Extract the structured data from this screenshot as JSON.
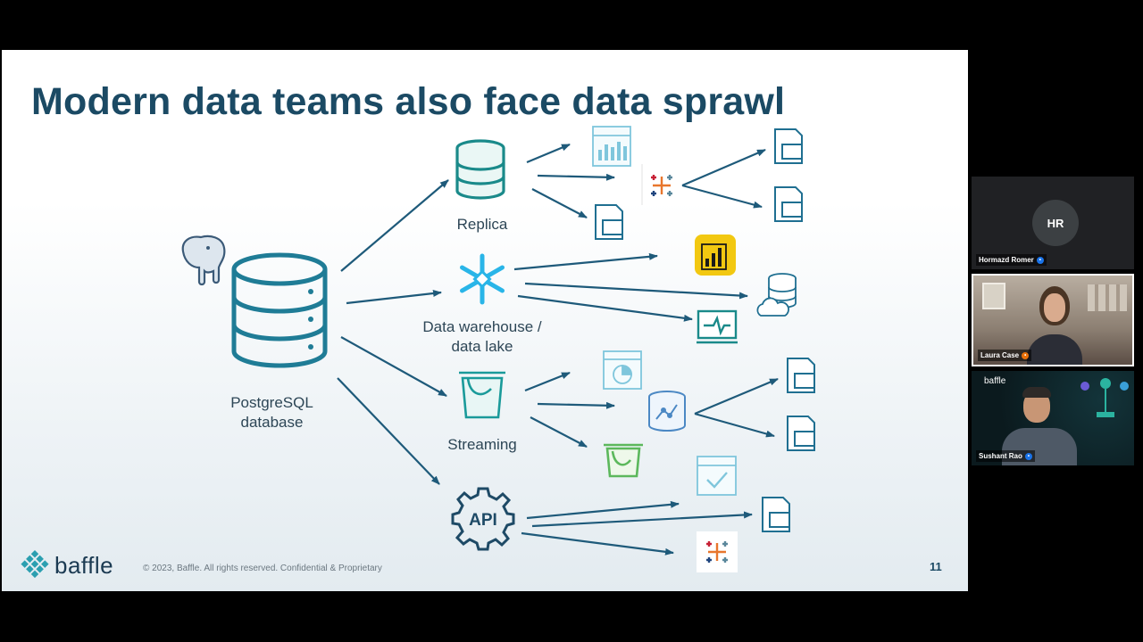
{
  "slide": {
    "title": "Modern data teams also face data sprawl",
    "nodes": {
      "postgres": "PostgreSQL\ndatabase",
      "replica": "Replica",
      "warehouse": "Data warehouse /\ndata lake",
      "streaming": "Streaming",
      "api": "API"
    },
    "footer": {
      "brand": "baffle",
      "copyright": "© 2023, Baffle. All rights reserved.   Confidential & Proprietary",
      "page_number": "11"
    },
    "colors": {
      "title": "#1b4a64",
      "icon_teal": "#1f7c96",
      "arrow": "#1e5a7a",
      "snowflake": "#29b5e8",
      "powerbi": "#f2c811",
      "green": "#5cb85c"
    }
  },
  "participants": [
    {
      "name": "Hormazd Romer",
      "initials": "HR",
      "video": false
    },
    {
      "name": "Laura Case",
      "video": true
    },
    {
      "name": "Sushant Rao",
      "video": true,
      "background_brand": "baffle"
    }
  ]
}
